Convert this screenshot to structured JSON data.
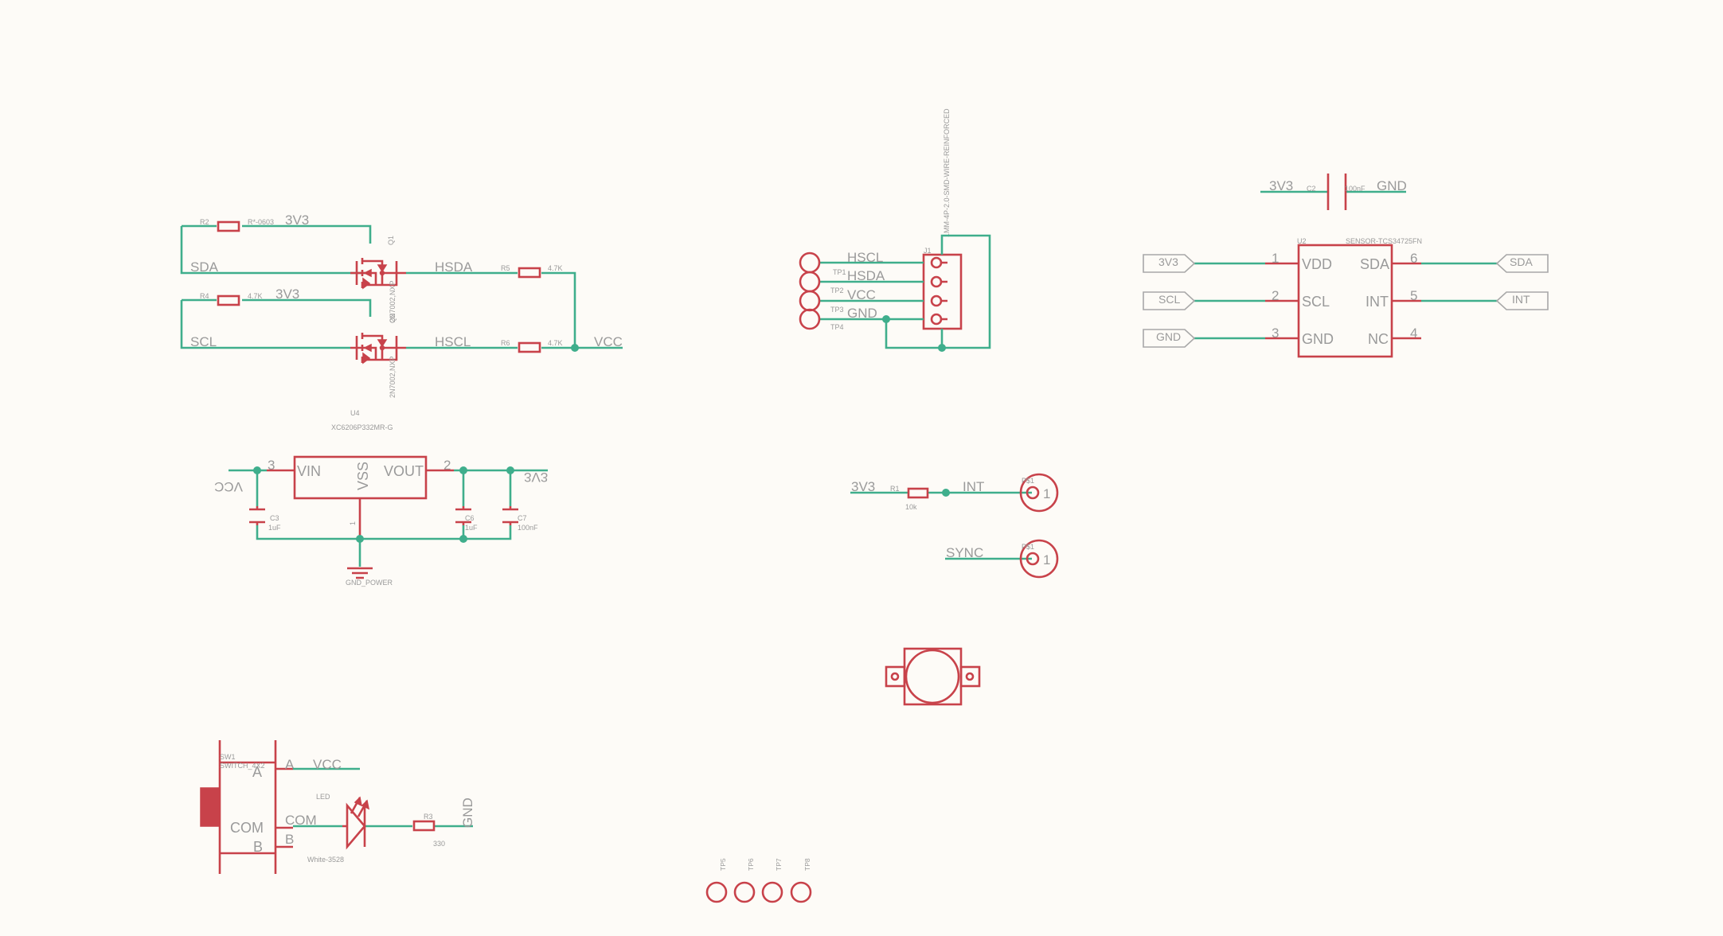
{
  "colors": {
    "background": "#fdfbf7",
    "net": "#3fae8c",
    "component": "#c8424a",
    "text": "#9a9a9a"
  },
  "level_shifter": {
    "r2": {
      "ref": "R2",
      "value": "R*-0603"
    },
    "r4": {
      "ref": "R4",
      "value": "4.7K"
    },
    "r5": {
      "ref": "R5",
      "value": "4.7K"
    },
    "r6": {
      "ref": "R6",
      "value": "4.7K"
    },
    "net_3v3_top": "3V3",
    "net_3v3_mid": "3V3",
    "net_sda": "SDA",
    "net_scl": "SCL",
    "net_hsda": "HSDA",
    "net_hscl": "HSCL",
    "net_vcc": "VCC",
    "q1_ref": "Q1",
    "q_value_upper": "2N7002,NXP",
    "q2_ref": "Q2",
    "q_value_lower": "2N7002,NXP"
  },
  "regulator": {
    "ref": "U4",
    "value": "XC6206P332MR-G",
    "pin_vin": "VIN",
    "pin_vout": "VOUT",
    "pin_vss": "VSS",
    "pin3": "3",
    "pin2": "2",
    "pin1": "1",
    "net_in": "VCC",
    "net_out": "3V3",
    "c3": {
      "ref": "C3",
      "value": "1uF"
    },
    "c6": {
      "ref": "C6",
      "value": "1uF"
    },
    "c7": {
      "ref": "C7",
      "value": "100nF"
    },
    "gnd_label": "GND_POWER"
  },
  "connector": {
    "ref": "J1",
    "value": "1MM-4P-2.0-SMD-WIRE-REINFORCED",
    "tp1": "TP1",
    "tp2": "TP2",
    "tp3": "TP3",
    "tp4": "TP4",
    "net_hscl": "HSCL",
    "net_hsda": "HSDA",
    "net_vcc": "VCC",
    "net_gnd": "GND"
  },
  "decoupling": {
    "ref": "C2",
    "value": "100nF",
    "net_left": "3V3",
    "net_right": "GND"
  },
  "sensor": {
    "ref": "U2",
    "value": "SENSOR-TCS34725FN",
    "pins_left": [
      {
        "num": "1",
        "name": "VDD",
        "port": "3V3"
      },
      {
        "num": "2",
        "name": "SCL",
        "port": "SCL"
      },
      {
        "num": "3",
        "name": "GND",
        "port": "GND"
      }
    ],
    "pins_right": [
      {
        "num": "6",
        "name": "SDA",
        "port": "SDA"
      },
      {
        "num": "5",
        "name": "INT",
        "port": "INT"
      },
      {
        "num": "4",
        "name": "NC"
      }
    ]
  },
  "int_pad": {
    "r1_ref": "R1",
    "r1_value": "10k",
    "net_3v3": "3V3",
    "net_int": "INT",
    "pad_ref": "P$1",
    "pad_pin": "1"
  },
  "sync_pad": {
    "net_sync": "SYNC",
    "pad_ref": "P$1",
    "pad_pin": "1"
  },
  "switch": {
    "ref": "SW1",
    "value": "SWITCH_4X2",
    "pin_a_outer": "A",
    "pin_com_outer": "COM",
    "pin_b_outer": "B",
    "pin_a": "A",
    "pin_com": "COM",
    "pin_b": "B",
    "net_vcc": "VCC",
    "led_label": "LED",
    "led_value": "White-3528",
    "r3_ref": "R3",
    "r3_value": "330",
    "net_gnd": "GND"
  },
  "test_points": [
    "TP5",
    "TP6",
    "TP7",
    "TP8"
  ]
}
